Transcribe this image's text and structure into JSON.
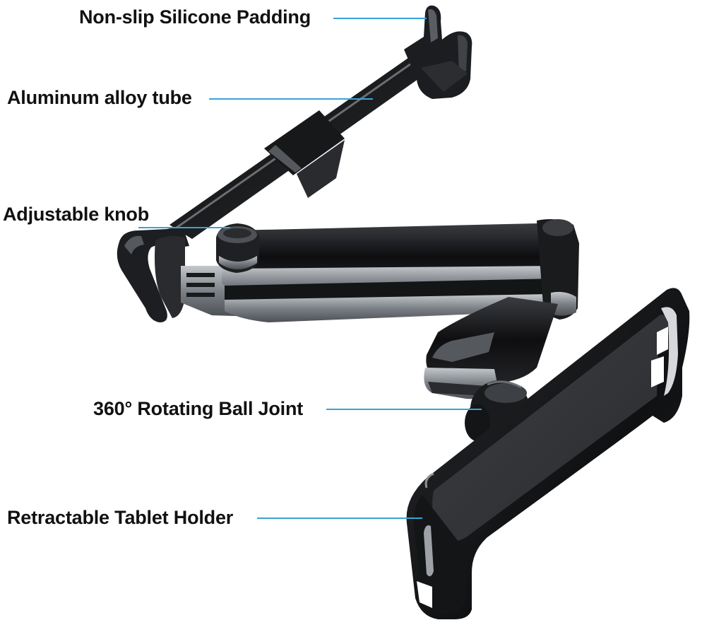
{
  "labels": {
    "padding": "Non-slip Silicone Padding",
    "tube": "Aluminum alloy tube",
    "knob": "Adjustable knob",
    "ball_joint": "360° Rotating Ball Joint",
    "holder": "Retractable Tablet Holder"
  },
  "colors": {
    "leader_line": "#3aa3d8",
    "product_dark": "#1b1c1e",
    "product_metal": "#8a8f96",
    "background": "#ffffff"
  }
}
